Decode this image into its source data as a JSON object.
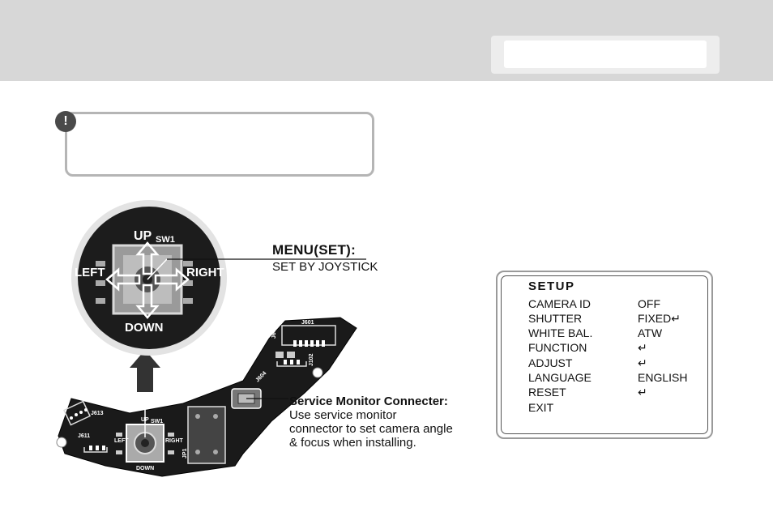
{
  "note": {
    "icon": "exclamation-icon"
  },
  "diagram": {
    "magnified": {
      "up": "UP",
      "sw": "SW1",
      "left": "LEFT",
      "right": "RIGHT",
      "down": "DOWN"
    },
    "board": {
      "j601": "J601",
      "j603": "J603",
      "j102": "J102",
      "j604": "J604",
      "j613": "J613",
      "j611": "J611",
      "jp1": "JP1",
      "up": "UP",
      "sw": "SW1",
      "left": "LEFT",
      "right": "RIGHT",
      "down": "DOWN"
    }
  },
  "callouts": {
    "menu_title": "MENU(SET):",
    "menu_desc": "SET BY JOYSTICK",
    "service_title": "Service Monitor Connecter:",
    "service_lines": [
      "Use service monitor",
      "connector to set camera angle",
      "& focus when installing."
    ]
  },
  "setup_menu": {
    "title": "SETUP",
    "items": [
      {
        "label": "CAMERA ID",
        "value": "OFF"
      },
      {
        "label": "SHUTTER",
        "value": "FIXED↵"
      },
      {
        "label": "WHITE BAL.",
        "value": "ATW"
      },
      {
        "label": "FUNCTION",
        "value": "↵"
      },
      {
        "label": "ADJUST",
        "value": "↵"
      },
      {
        "label": "LANGUAGE",
        "value": "ENGLISH"
      },
      {
        "label": "RESET",
        "value": "↵"
      },
      {
        "label": "EXIT",
        "value": ""
      }
    ]
  }
}
